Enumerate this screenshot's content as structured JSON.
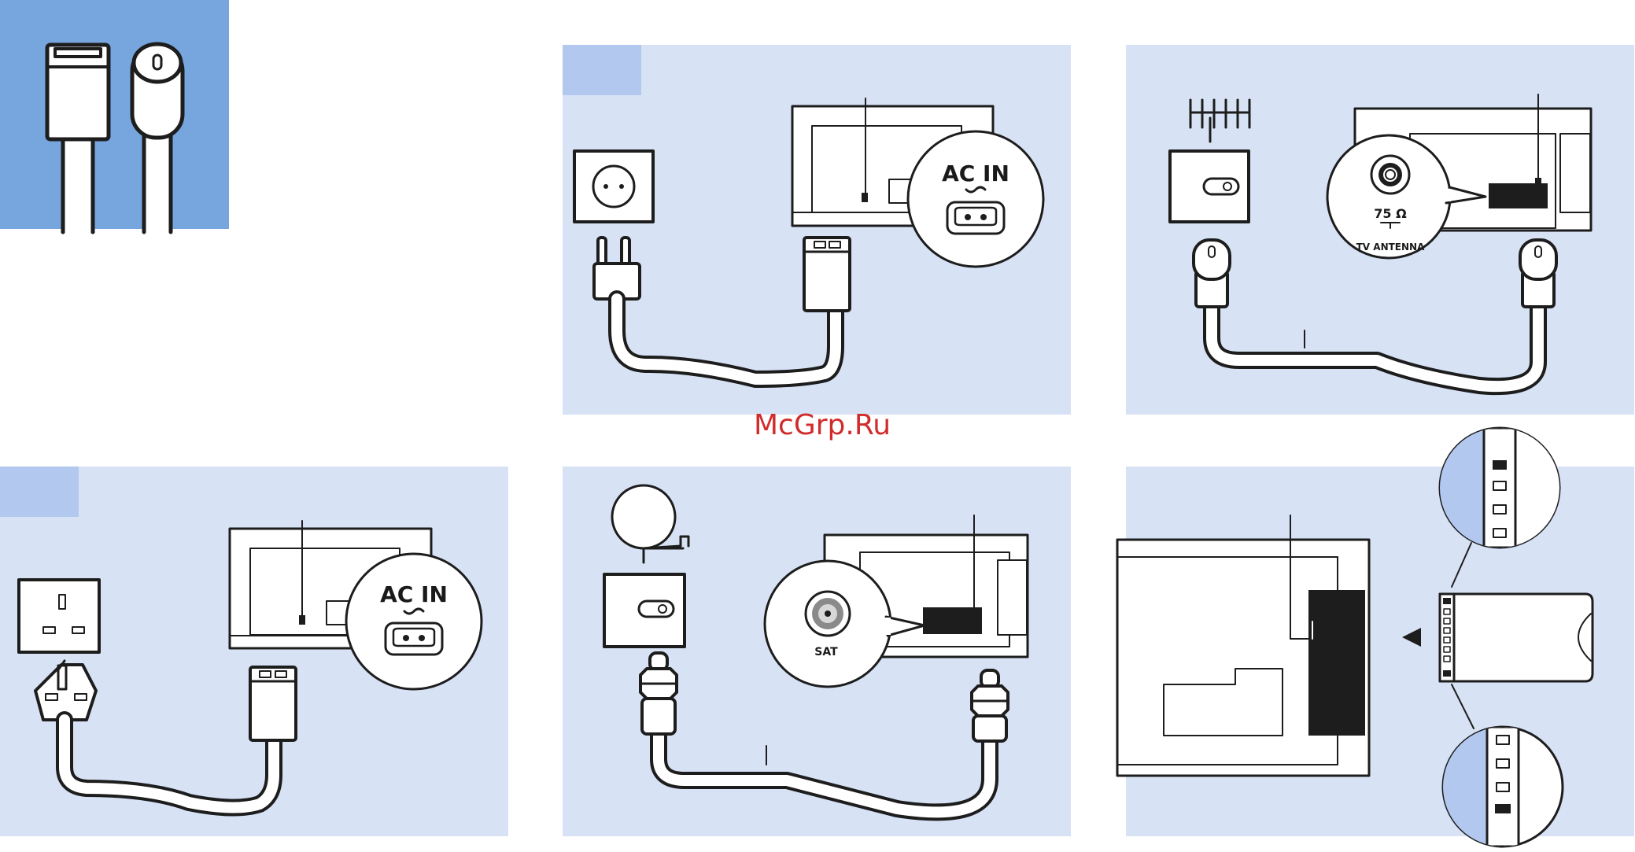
{
  "colors": {
    "panel": "#d7e2f5",
    "tab": "#b2c8ee",
    "corner": "#77a6de",
    "ink": "#1d1d1d",
    "watermark": "#d12c2c"
  },
  "labels": {
    "ac_in_1": "AC IN",
    "ac_in_2": "AC IN",
    "ohm": "75 Ω",
    "tv_antenna": "TV ANTENNA",
    "sat": "SAT"
  },
  "watermark": "McGrp.Ru",
  "icons": [
    "cable-connectors-icon",
    "wall-socket-eu-icon",
    "wall-socket-uk-icon",
    "antenna-icon",
    "satellite-dish-icon",
    "ci-card-icon"
  ]
}
